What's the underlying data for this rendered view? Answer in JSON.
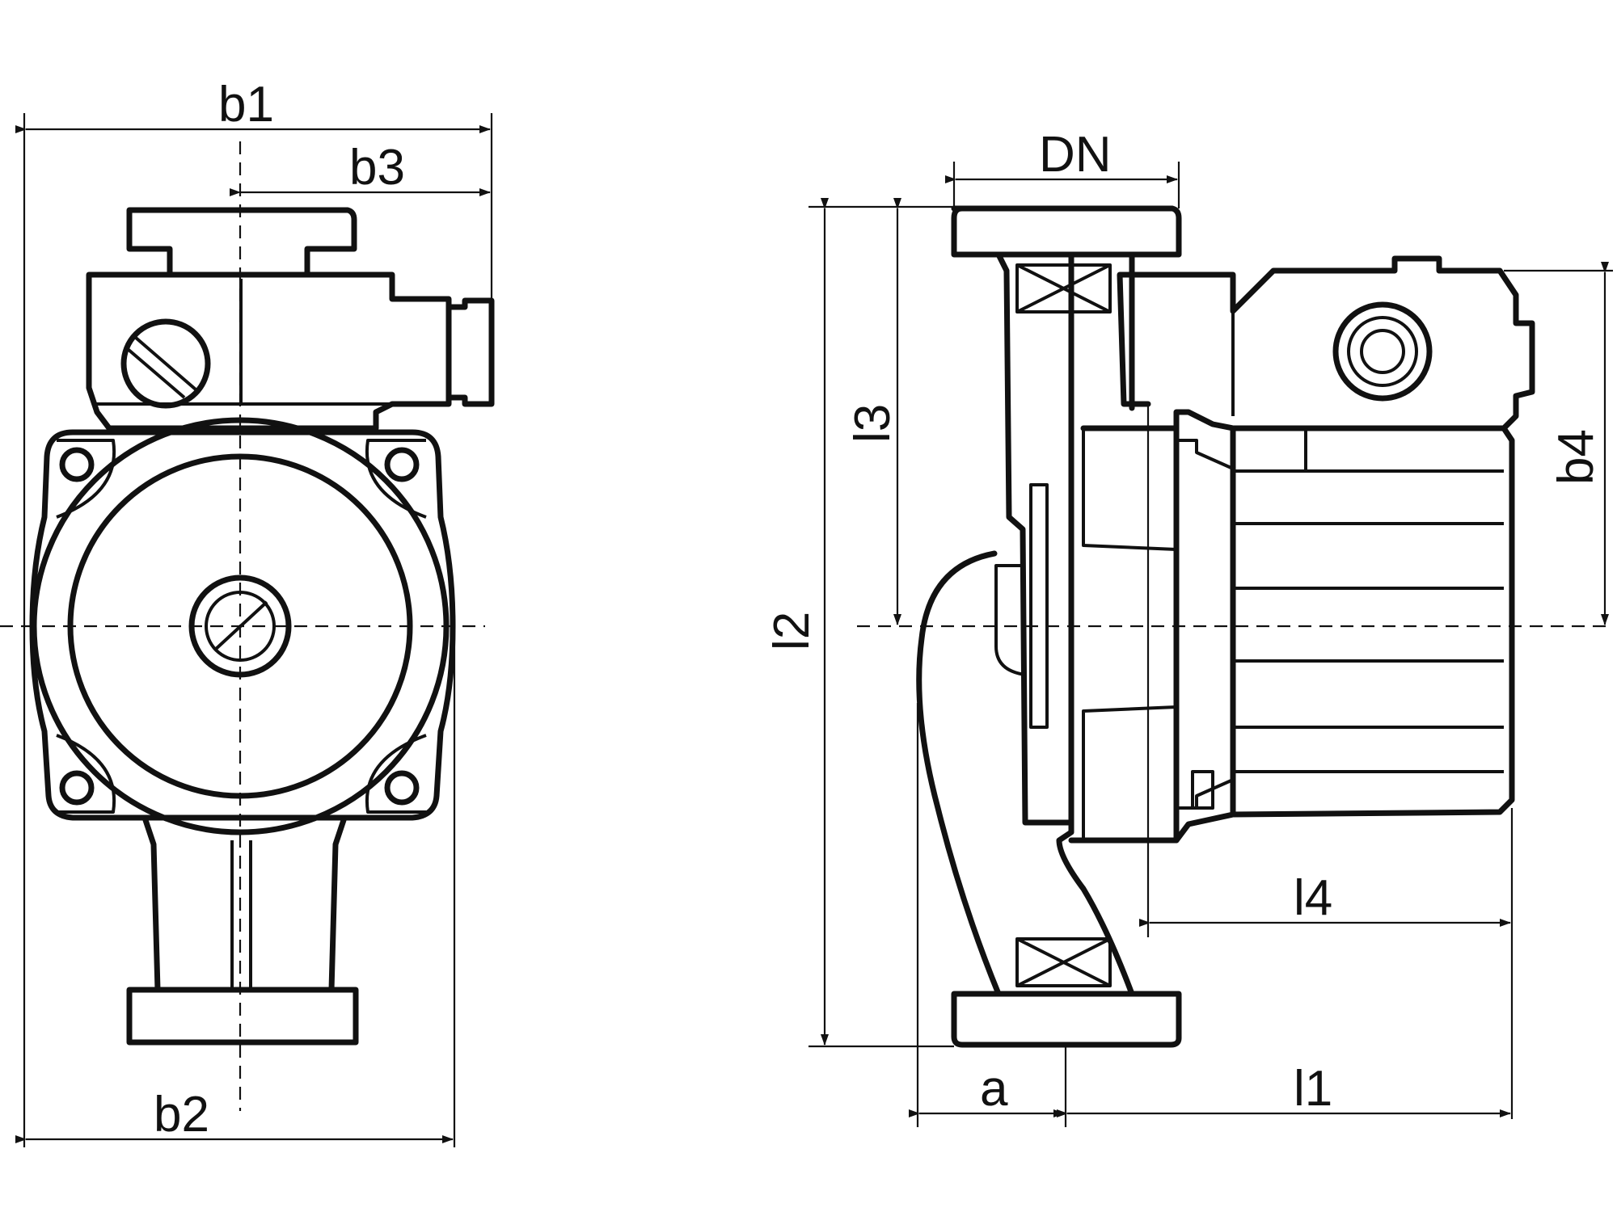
{
  "labels": {
    "b1": "b1",
    "b2": "b2",
    "b3": "b3",
    "b4": "b4",
    "dn": "DN",
    "l1": "l1",
    "l2": "l2",
    "l3": "l3",
    "l4": "l4",
    "a": "a"
  }
}
